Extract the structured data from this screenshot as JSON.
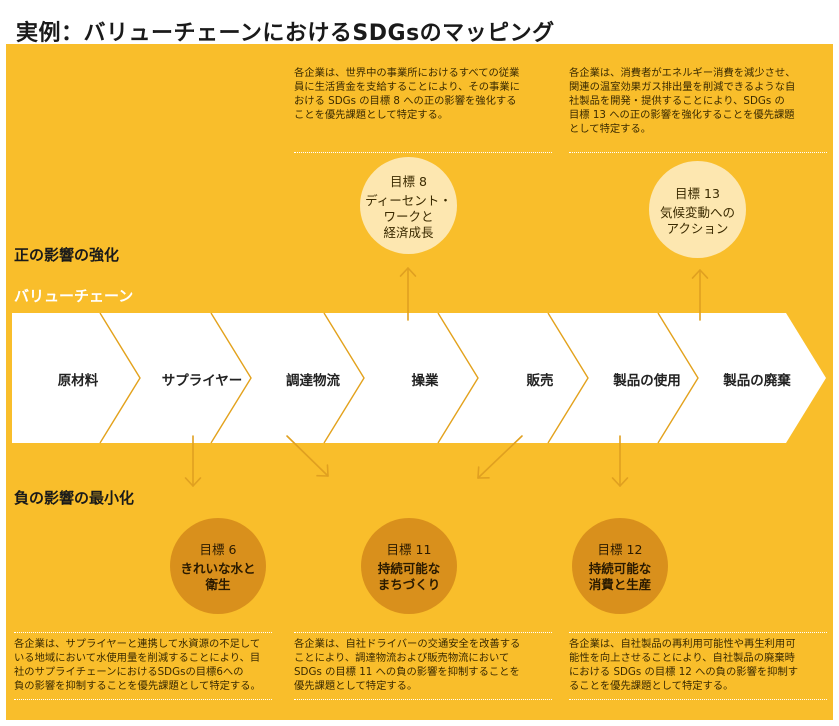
{
  "title": "実例：バリューチェーンにおけるSDGsのマッピング",
  "labels": {
    "positive": "正の影響の強化",
    "value_chain": "バリューチェーン",
    "negative": "負の影響の最小化"
  },
  "stages": [
    "原材料",
    "サプライヤー",
    "調達物流",
    "操業",
    "販売",
    "製品の使用",
    "製品の廃棄"
  ],
  "positive_goals": [
    {
      "number": "目標 8",
      "lines": [
        "ディーセント・",
        "ワークと",
        "経済成長"
      ]
    },
    {
      "number": "目標 13",
      "lines": [
        "気候変動への",
        "アクション"
      ]
    }
  ],
  "negative_goals": [
    {
      "number": "目標 6",
      "lines": [
        "きれいな水と",
        "衛生"
      ]
    },
    {
      "number": "目標 11",
      "lines": [
        "持続可能な",
        "まちづくり"
      ]
    },
    {
      "number": "目標 12",
      "lines": [
        "持続可能な",
        "消費と生産"
      ]
    }
  ],
  "top_texts": [
    [
      "各企業は、世界中の事業所におけるすべての従業",
      "員に生活賃金を支給することにより、その事業に",
      "おける SDGs の目標 8 への正の影響を強化する",
      "ことを優先課題として特定する。"
    ],
    [
      "各企業は、消費者がエネルギー消費を減少させ、",
      "関連の温室効果ガス排出量を削減できるような自",
      "社製品を開発・提供することにより、SDGs の",
      "目標 13 への正の影響を強化することを優先課題",
      "として特定する。"
    ]
  ],
  "bottom_texts": [
    [
      "各企業は、サプライヤーと連携して水資源の不足して",
      "いる地域において水使用量を削減することにより、目",
      "社のサプライチェーンにおけるSDGsの目標6への",
      "負の影響を抑制することを優先課題として特定する。"
    ],
    [
      "各企業は、自社ドライバーの交通安全を改善する",
      "ことにより、調達物流および販売物流において",
      "SDGs の目標 11 への負の影響を抑制することを",
      "優先課題として特定する。"
    ],
    [
      "各企業は、自社製品の再利用可能性や再生利用可",
      "能性を向上させることにより、自社製品の廃棄時",
      "における SDGs の目標 12 への負の影響を抑制す",
      "ることを優先課題として特定する。"
    ]
  ],
  "colors": {
    "panel": "#f9be2b",
    "chain": "#ffffff",
    "arrow": "#e0a020",
    "circle_positive": "#fde7b0",
    "circle_negative": "#d9901c"
  }
}
